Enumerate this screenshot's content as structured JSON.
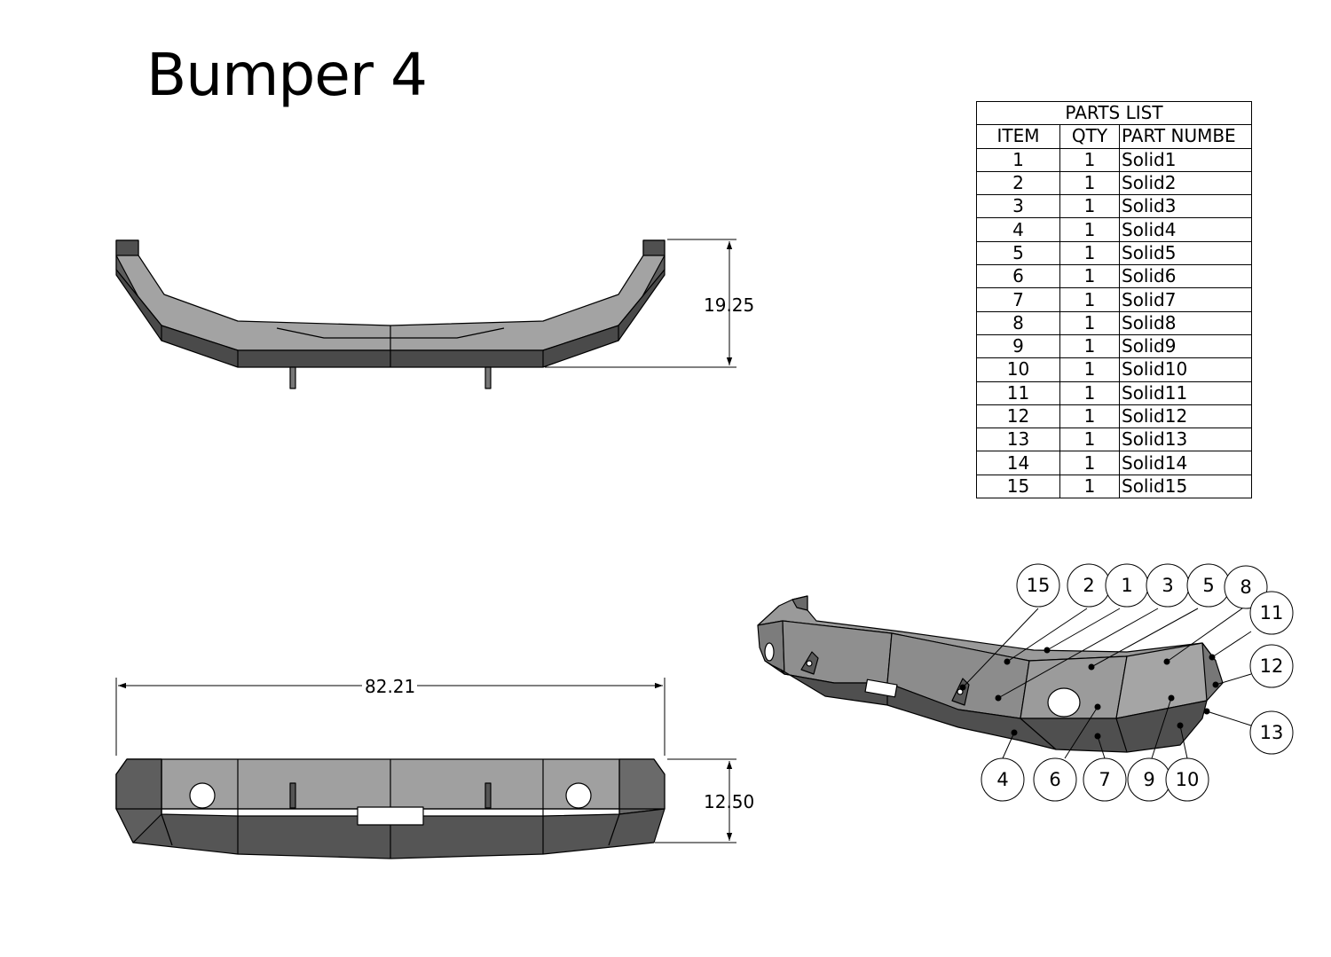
{
  "title": "Bumper 4",
  "parts_list": {
    "caption": "PARTS LIST",
    "headers": [
      "ITEM",
      "QTY",
      "PART NUMBE"
    ],
    "rows": [
      [
        "1",
        "1",
        "Solid1"
      ],
      [
        "2",
        "1",
        "Solid2"
      ],
      [
        "3",
        "1",
        "Solid3"
      ],
      [
        "4",
        "1",
        "Solid4"
      ],
      [
        "5",
        "1",
        "Solid5"
      ],
      [
        "6",
        "1",
        "Solid6"
      ],
      [
        "7",
        "1",
        "Solid7"
      ],
      [
        "8",
        "1",
        "Solid8"
      ],
      [
        "9",
        "1",
        "Solid9"
      ],
      [
        "10",
        "1",
        "Solid10"
      ],
      [
        "11",
        "1",
        "Solid11"
      ],
      [
        "12",
        "1",
        "Solid12"
      ],
      [
        "13",
        "1",
        "Solid13"
      ],
      [
        "14",
        "1",
        "Solid14"
      ],
      [
        "15",
        "1",
        "Solid15"
      ]
    ]
  },
  "dimensions": {
    "top_view_depth": "19.25",
    "front_view_width": "82.21",
    "front_view_height": "12.50"
  },
  "balloons": [
    "15",
    "2",
    "1",
    "3",
    "5",
    "8",
    "11",
    "12",
    "13",
    "4",
    "6",
    "7",
    "9",
    "10"
  ]
}
